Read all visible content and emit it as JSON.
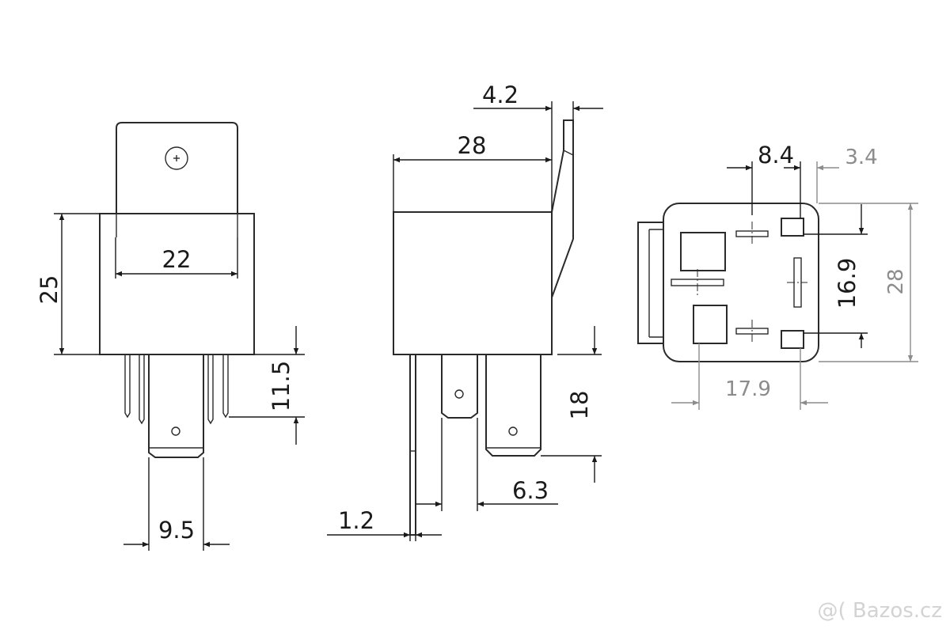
{
  "dimensions": {
    "front_width": "22",
    "front_height": "25",
    "pin_length": "11.5",
    "pin_width": "9.5",
    "side_depth": "28",
    "tab_offset": "4.2",
    "side_pin_length": "18",
    "pin_thickness": "1.2",
    "pin_width_small": "6.3",
    "bottom_pitch_a": "8.4",
    "bottom_pitch_b": "3.4",
    "bottom_pitch_c": "16.9",
    "bottom_height": "28",
    "bottom_width": "17.9"
  },
  "watermark": "@( Bazos.cz"
}
